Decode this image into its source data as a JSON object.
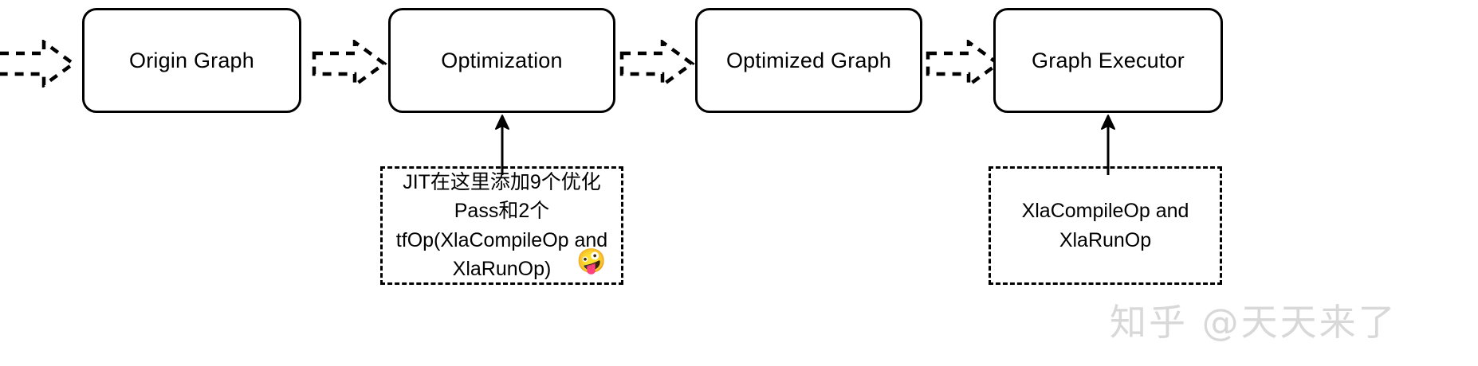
{
  "diagram": {
    "type": "flowchart",
    "title": "TensorFlow XLA JIT graph compilation pipeline",
    "background_color": "#ffffff",
    "stroke_color": "#000000",
    "watermark_color": "#d8d8d8"
  },
  "nodes": [
    {
      "id": "origin-graph",
      "label": "Origin Graph",
      "shape": "rounded-rectangle"
    },
    {
      "id": "optimization",
      "label": "Optimization",
      "shape": "rounded-rectangle"
    },
    {
      "id": "optimized-graph",
      "label": "Optimized Graph",
      "shape": "rounded-rectangle"
    },
    {
      "id": "graph-executor",
      "label": "Graph Executor",
      "shape": "rounded-rectangle"
    }
  ],
  "arrows": [
    {
      "id": "arrow-into-origin",
      "style": "dashed-block-arrow",
      "from": "",
      "to": "origin-graph"
    },
    {
      "id": "arrow-origin-to-opt",
      "style": "dashed-block-arrow",
      "from": "origin-graph",
      "to": "optimization"
    },
    {
      "id": "arrow-opt-to-optimized",
      "style": "dashed-block-arrow",
      "from": "optimization",
      "to": "optimized-graph"
    },
    {
      "id": "arrow-optimized-to-exec",
      "style": "dashed-block-arrow",
      "from": "optimized-graph",
      "to": "graph-executor"
    }
  ],
  "notes": [
    {
      "id": "note-jit",
      "target": "optimization",
      "lines": [
        "JIT在这里添加9个优化",
        "Pass和2个",
        "tfOp(XlaCompileOp and",
        "XlaRunOp)"
      ],
      "emoji": "🤪",
      "emoji_name": "zany-face-emoji"
    },
    {
      "id": "note-xla-ops",
      "target": "graph-executor",
      "lines": [
        "XlaCompileOp and",
        "XlaRunOp"
      ]
    }
  ],
  "watermark": {
    "text": "知乎 @天天来了",
    "source_label": "知乎",
    "author_handle": "@天天来了"
  }
}
